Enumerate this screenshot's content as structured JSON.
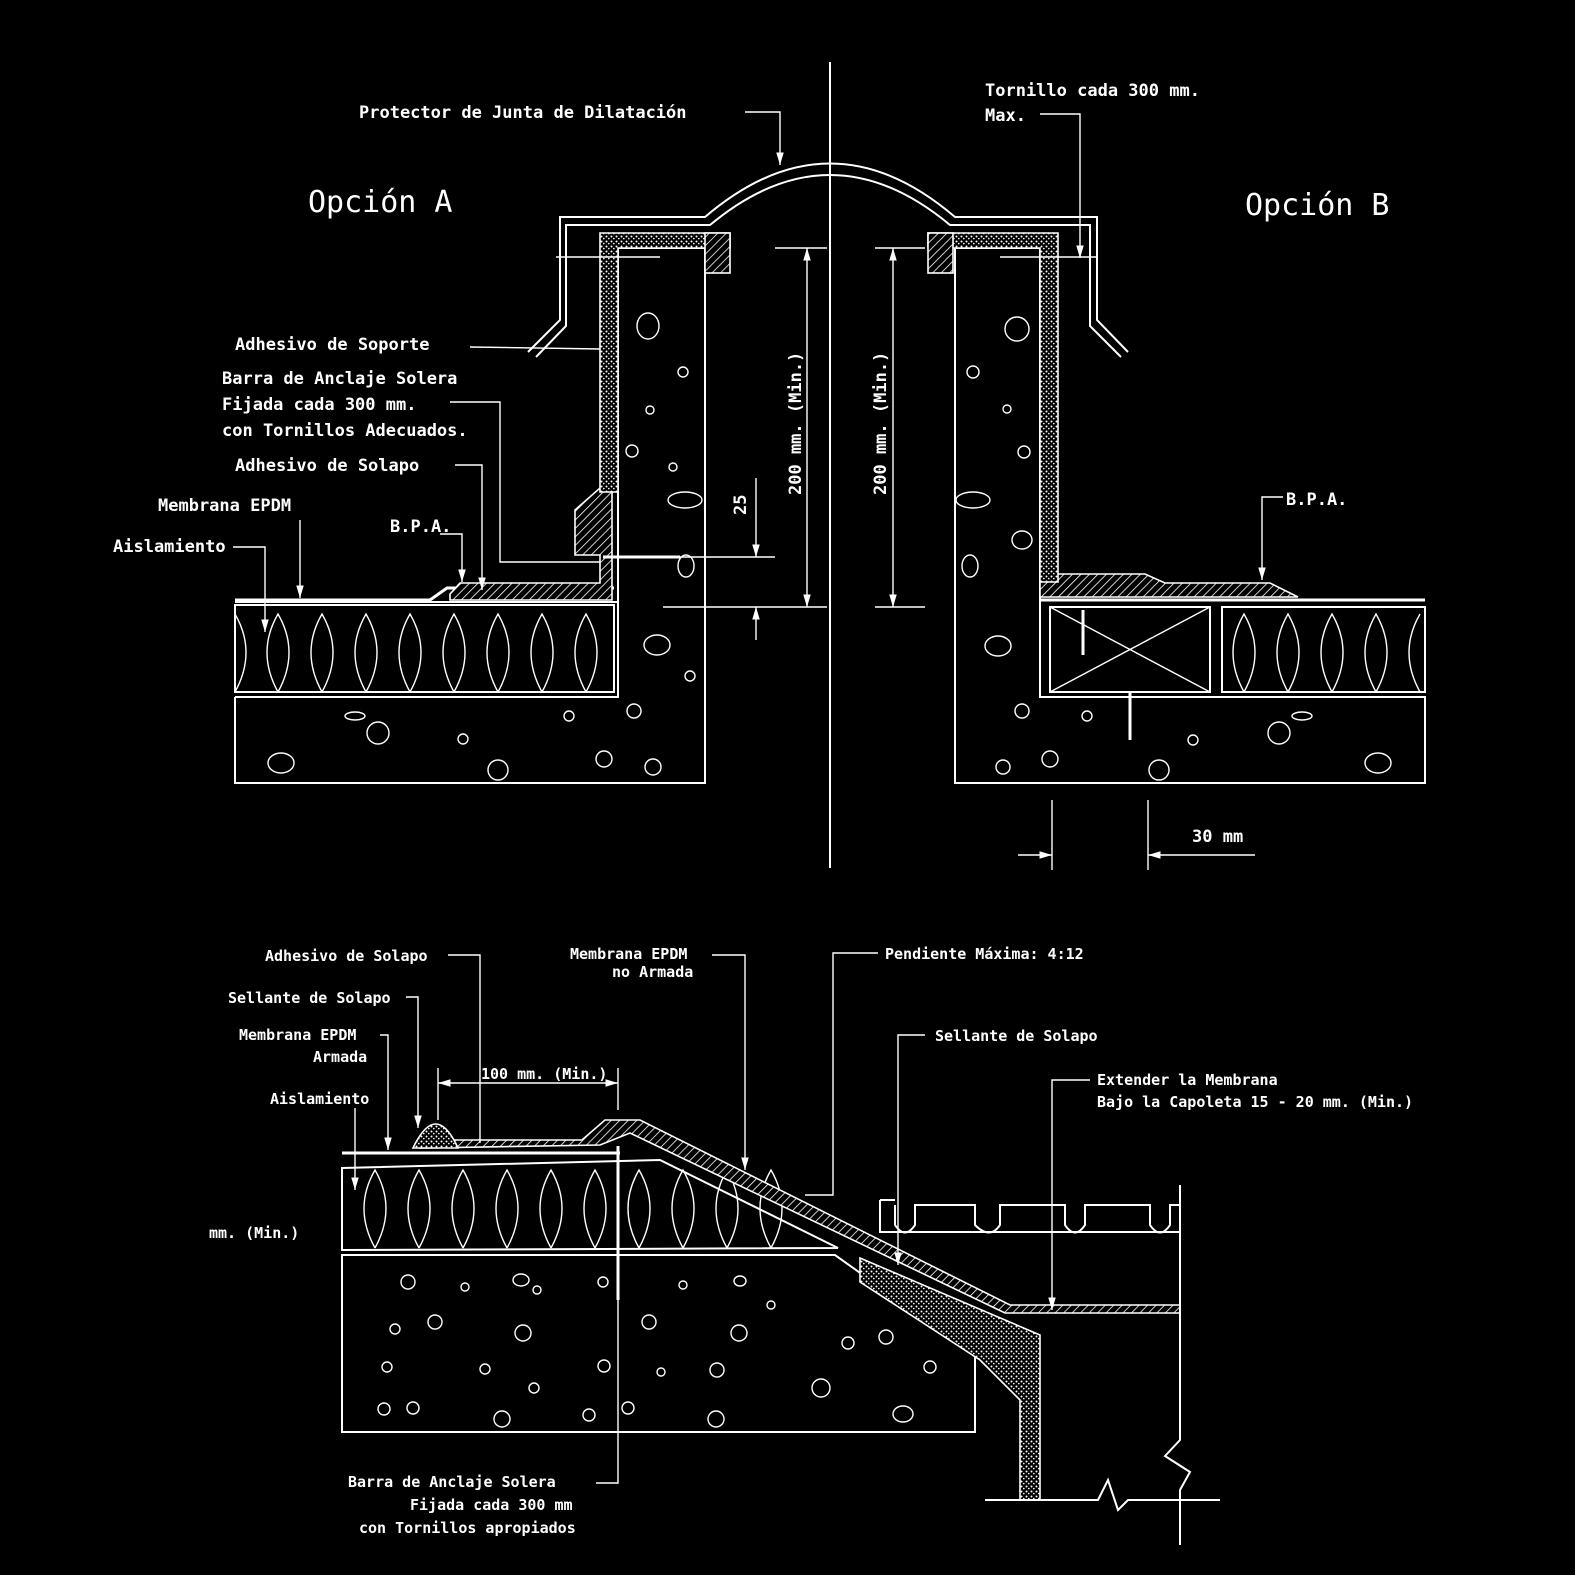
{
  "top": {
    "option_a": "Opción A",
    "option_b": "Opción B",
    "protector": "Protector de Junta de Dilatación",
    "tornillo_1": "Tornillo cada 300 mm.",
    "tornillo_2": "Max.",
    "adhesivo_soporte": "Adhesivo de Soporte",
    "barra_1": "Barra de Anclaje Solera",
    "barra_2": "Fijada cada 300 mm.",
    "barra_3": "con Tornillos Adecuados.",
    "adhesivo_solapo": "Adhesivo de Solapo",
    "membrana": "Membrana EPDM",
    "bpa_a": "B.P.A.",
    "bpa_b": "B.P.A.",
    "aislamiento": "Aislamiento",
    "dim_25": "25",
    "dim_200_a": "200 mm. (Min.)",
    "dim_200_b": "200 mm. (Min.)",
    "dim_30": "30 mm"
  },
  "bottom": {
    "adhesivo_solapo": "Adhesivo de Solapo",
    "sellante_solapo_l": "Sellante de Solapo",
    "membrana_armada_1": "Membrana EPDM",
    "membrana_armada_2": "Armada",
    "aislamiento": "Aislamiento",
    "membrana_no_armada_1": "Membrana EPDM",
    "membrana_no_armada_2": "no Armada",
    "pendiente": "Pendiente Máxima: 4:12",
    "sellante_solapo_r": "Sellante de Solapo",
    "extender_1": "Extender la Membrana",
    "extender_2": "Bajo la Capoleta 15 - 20 mm. (Min.)",
    "dim_100": "100 mm. (Min.)",
    "mm_min": "mm. (Min.)",
    "barra_1": "Barra  de Anclaje Solera",
    "barra_2": "Fijada cada 300 mm",
    "barra_3": "con Tornillos apropiados"
  },
  "colors": {
    "background": "#000000",
    "line": "#ffffff"
  }
}
